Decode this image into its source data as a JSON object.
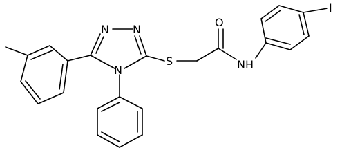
{
  "atoms": {
    "n_top_left": "N",
    "n_top_right": "N",
    "n_ring_bottom": "N",
    "s_thioether": "S",
    "o_carbonyl": "O",
    "nh_amide": "NH",
    "i_iodo": "I"
  },
  "colors": {
    "bond": "#000000",
    "label": "#000000",
    "background": "#ffffff"
  }
}
